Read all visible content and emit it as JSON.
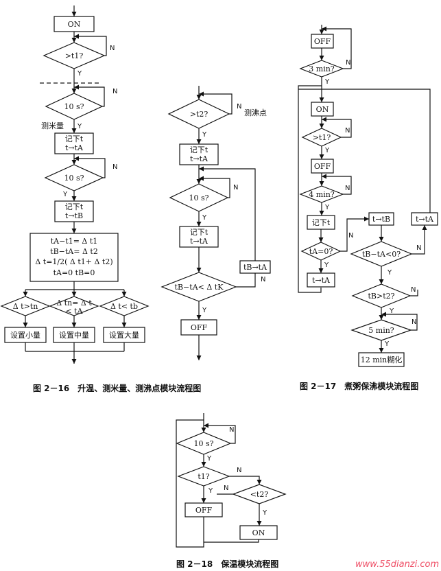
{
  "flowchart_16": {
    "caption": "图 2－16　升温、测米量、测沸点模块流程图",
    "on": "ON",
    "d_t1": ">t1?",
    "d_10s_a": "10 s?",
    "label_measure_rice": "测米量",
    "record_t_a1": "记下t",
    "record_t_a2": "t→tA",
    "d_10s_b": "10 s?",
    "record_t_b1": "记下t",
    "record_t_b2": "t→tB",
    "calc1": "tA−t1= Δ t1",
    "calc2": "tB−tA= Δ t2",
    "calc3": "Δ t=1/2( Δ t1+ Δ t2)",
    "calc4": "tA=0  tB=0",
    "cond_small": "Δ t>tn",
    "cond_mid1": "Δ tn= Δ t",
    "cond_mid2": "< tA",
    "cond_large": "Δ t< tb",
    "set_small": "设置小量",
    "set_mid": "设置中量",
    "set_large": "设置大量"
  },
  "flowchart_16b": {
    "d_t2": ">t2?",
    "label_boil": "测沸点",
    "record_t_a1": "记下t",
    "record_t_a2": "t→tA",
    "d_10s": "10 s?",
    "record_t_b1": "记下t",
    "record_t_b2": "t→tA",
    "d_compare": "tB−tA< Δ tK",
    "assign": "tB→tA",
    "off": "OFF"
  },
  "flowchart_17": {
    "caption": "图 2－17　煮粥保沸模块流程图",
    "off1": "OFF",
    "d_3min": "3 min?",
    "on": "ON",
    "d_t1": ">t1?",
    "off2": "OFF",
    "d_4min": "4 min?",
    "record": "记下t",
    "d_ta0": "tA=0?",
    "t_to_ta1": "t→tA",
    "t_to_tb": "t→tB",
    "t_to_ta2": "t→tA",
    "d_diff": "tB−tA<0?",
    "d_t2": "tB>t2?",
    "d_5min": "5 min?",
    "final": "12 min糊化"
  },
  "flowchart_18": {
    "caption": "图 2－18　保温模块流程图",
    "d_10s": "10 s?",
    "d_t1": "t1?",
    "d_t2": "<t2?",
    "off": "OFF",
    "on": "ON"
  },
  "marks": {
    "yes": "Y",
    "no": "N"
  },
  "watermark": "www.55dianzi.com"
}
